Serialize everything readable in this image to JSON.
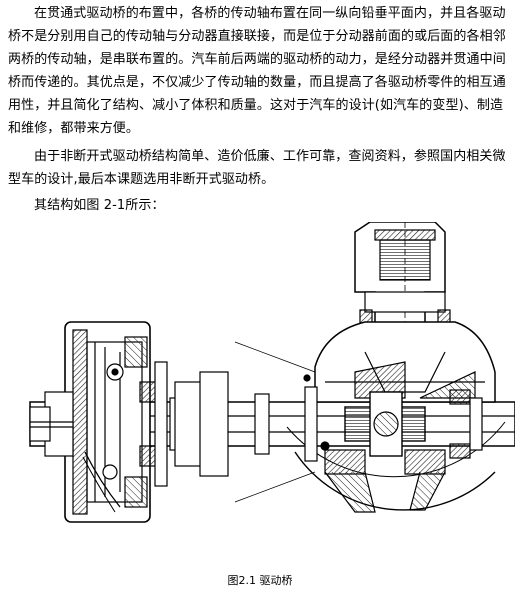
{
  "document": {
    "paragraphs": [
      "在贯通式驱动桥的布置中，各桥的传动轴布置在同一纵向铅垂平面内，并且各驱动桥不是分别用自己的传动轴与分动器直接联接，而是位于分动器前面的或后面的各相邻两桥的传动轴，是串联布置的。汽车前后两端的驱动桥的动力，是经分动器并贯通中间桥而传递的。其优点是，不仅减少了传动轴的数量，而且提高了各驱动桥零件的相互通用性，并且简化了结构、减小了体积和质量。这对于汽车的设计(如汽车的变型)、制造和维修，都带来方便。",
      "由于非断开式驱动桥结构简单、造价低廉、工作可靠，查阅资料，参照国内相关微型车的设计,最后本课题选用非断开式驱动桥。",
      "其结构如图 2-1所示："
    ],
    "figure_caption": "图2.1 驱动桥",
    "figure_icon": "drive-axle-drawing-icon",
    "line_color": "#000000",
    "hatch_color": "#222222"
  }
}
